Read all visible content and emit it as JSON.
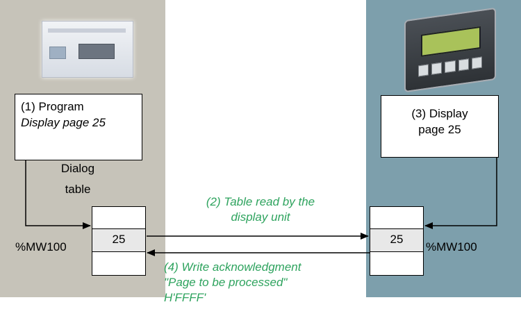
{
  "program_box": {
    "line1": "(1) Program",
    "line2": "Display page 25"
  },
  "display_box": {
    "line1": "(3) Display",
    "line2": "page 25"
  },
  "dialog_table": {
    "line1": "Dialog",
    "line2": "table"
  },
  "left_table": {
    "value": "25",
    "register": "%MW100"
  },
  "right_table": {
    "value": "25",
    "register": "%MW100"
  },
  "read_note": {
    "line1": "(2) Table read by the",
    "line2": "display unit"
  },
  "write_note": {
    "line1": "(4) Write acknowledgment",
    "line2": "\"Page to be processed\"",
    "line3": "H'FFFF'"
  },
  "colors": {
    "left_panel": "#c6c3b9",
    "right_panel": "#7d9fac",
    "note_green": "#2ea35e"
  }
}
